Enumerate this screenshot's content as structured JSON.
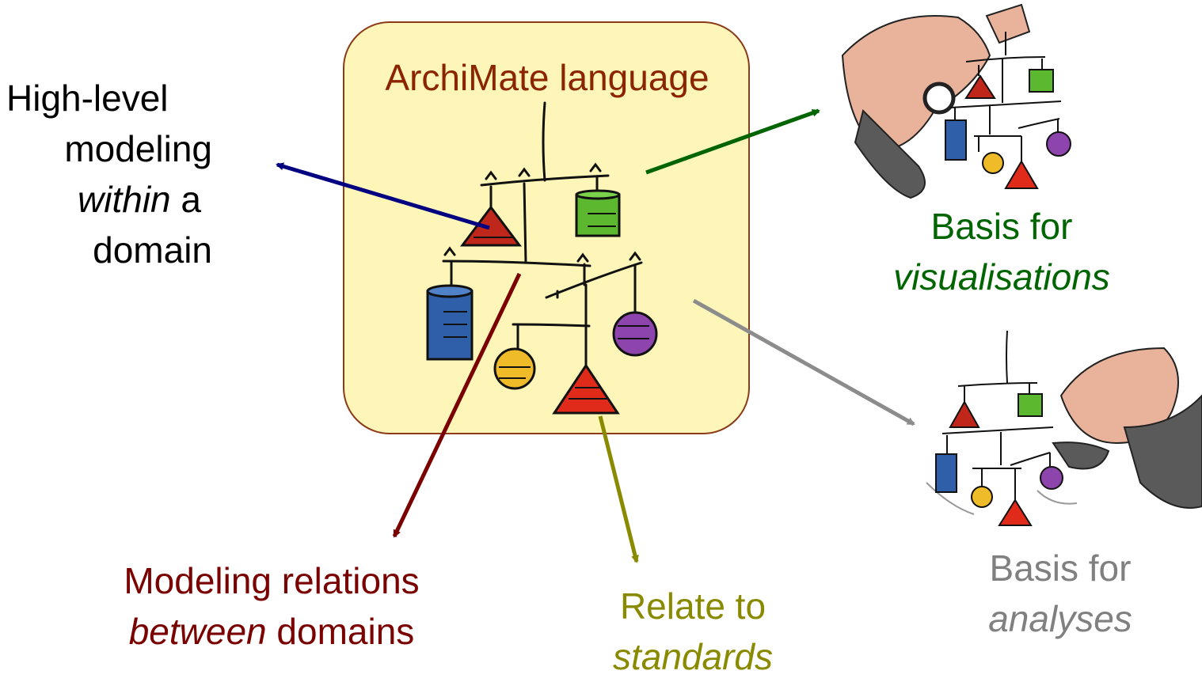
{
  "colors": {
    "box_fill": "#fdf6b8",
    "box_border": "#8b3a1a",
    "title": "#8b2500",
    "blue_arrow": "#000080",
    "green_arrow": "#006400",
    "gray_arrow": "#8c8c8c",
    "red_arrow": "#7a0000",
    "olive_arrow": "#8a8a00",
    "left_text": "#000000",
    "visual_text": "#006400",
    "analyses_text": "#808080",
    "relations_text": "#7a0000",
    "standards_text": "#8a8a00"
  },
  "box": {
    "title": "ArchiMate language"
  },
  "labels": {
    "high_level": {
      "line1": "High-level",
      "line2": "modeling",
      "line3_em": "within",
      "line3_rest": " a",
      "line4": "domain"
    },
    "visualisations": {
      "line1": "Basis for",
      "line2_em": "visualisations"
    },
    "analyses": {
      "line1": "Basis for",
      "line2_em": "analyses"
    },
    "relations": {
      "line1": "Modeling relations",
      "line2_em": "between",
      "line2_rest": " domains"
    },
    "standards": {
      "line1": "Relate to",
      "line2_em": "standards"
    }
  },
  "illustrations": {
    "center": "hanging-mobile-icon",
    "top_right": "man-with-magnifier-icon",
    "bottom_right": "man-thinking-at-mobile-icon"
  }
}
